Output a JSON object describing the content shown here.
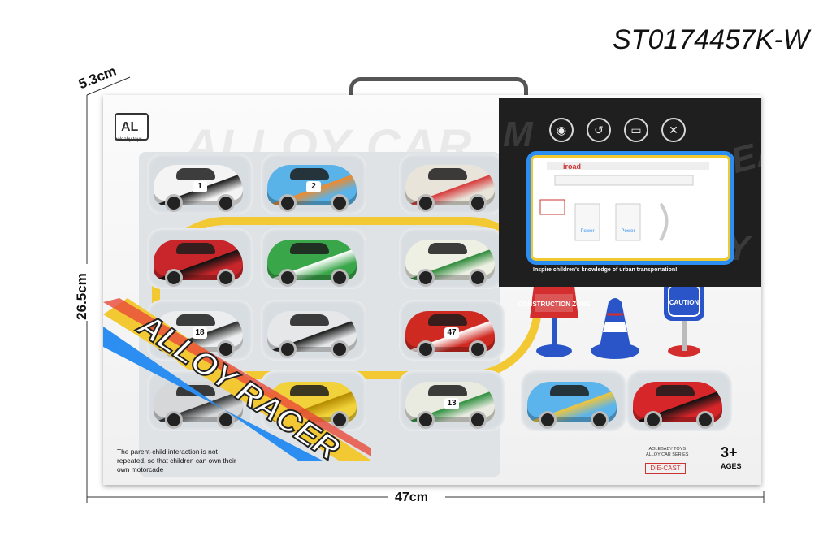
{
  "product_code": "ST0174457K-W",
  "dimensions": {
    "depth": "5.3cm",
    "height": "26.5cm",
    "width": "47cm"
  },
  "box": {
    "ghost_title": "ALLOY CAR",
    "main_title": "ALLOY RACER",
    "logo_text": "aoleaby toys",
    "tagline": "The parent-child interaction is not repeated, so that children can own their own motorcade",
    "brand_info": "AOLEBABY TOYS\nALLOY CAR SERIES",
    "diecast": "DIE-CAST",
    "age_number": "3+",
    "age_word": "AGES",
    "inspire_text": "Inspire children's knowledge of urban transportation!",
    "window_brand": "iroad",
    "sign_construction": "CONSTRUCTION ZONE",
    "sign_caution": "CAUTION",
    "pump_label": "Power"
  },
  "colors": {
    "accent_blue": "#2c8ef0",
    "accent_yellow": "#f2c933",
    "dark_panel": "#1f1f1f"
  },
  "cars": [
    {
      "color": "#f4f4f4",
      "accent": "#1a1a1a",
      "number": "1"
    },
    {
      "color": "#5ab3e8",
      "accent": "#f08a2a",
      "number": "2"
    },
    {
      "color": "#e8e4da",
      "accent": "#d63b3b",
      "number": ""
    },
    {
      "color": "#c8262a",
      "accent": "#111111",
      "number": ""
    },
    {
      "color": "#3aa64a",
      "accent": "#ffffff",
      "number": ""
    },
    {
      "color": "#eef0e4",
      "accent": "#2f8a3a",
      "number": ""
    },
    {
      "color": "#ecedee",
      "accent": "#2a2a2a",
      "number": "18"
    },
    {
      "color": "#e6e7e9",
      "accent": "#1a1a1a",
      "number": ""
    },
    {
      "color": "#cf2a22",
      "accent": "#ffffff",
      "number": "47"
    },
    {
      "color": "#d5d7d9",
      "accent": "#333333",
      "number": ""
    },
    {
      "color": "#f2d23a",
      "accent": "#b38a00",
      "number": ""
    },
    {
      "color": "#e9ebe0",
      "accent": "#2f8f3f",
      "number": "13"
    },
    {
      "color": "#5bb4ec",
      "accent": "#f1c53a",
      "number": ""
    },
    {
      "color": "#d7262a",
      "accent": "#111111",
      "number": ""
    }
  ]
}
